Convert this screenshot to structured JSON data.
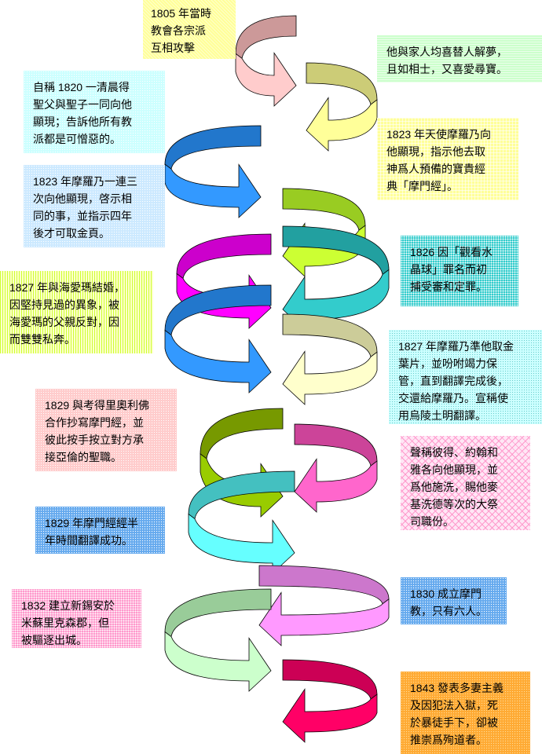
{
  "boxes": [
    {
      "lines": [
        "1805 年當時",
        "教會各宗派",
        "互相攻擊"
      ]
    },
    {
      "lines": [
        "他與家人均喜替人解夢，",
        "且如相士，又喜愛尋寶。"
      ]
    },
    {
      "lines": [
        "自稱 1820 一清晨得",
        "聖父與聖子一同向他",
        "顯現；告訴他所有教",
        "派都是可憎惡的。"
      ]
    },
    {
      "lines": [
        "1823 年天使摩羅乃向",
        "他顯現，指示他去取",
        "神爲人預備的寶貴經",
        "典「摩門經」。"
      ]
    },
    {
      "lines": [
        "1823 年摩羅乃一連三",
        "次向他顯現，啓示相",
        "同的事，並指示四年",
        "後才可取金頁。"
      ]
    },
    {
      "lines": [
        "1826 因「觀看水",
        "晶球」罪名而初",
        "捕受審和定罪。"
      ]
    },
    {
      "lines": [
        "1827 年與海愛瑪結婚，",
        "因堅持見過的異象，被",
        "海愛瑪的父親反對，因",
        "而雙雙私奔。"
      ]
    },
    {
      "lines": [
        "1827 年摩羅乃準他取金",
        "葉片，並吩咐竭力保",
        "管，直到翻譯完成後，",
        "交還給摩羅乃。宣稱使",
        "用烏陵土明翻譯。"
      ]
    },
    {
      "lines": [
        "1829 與考得里奧利佛",
        "合作抄寫摩門經，並",
        "彼此按手按立對方承",
        "接亞倫的聖職。"
      ]
    },
    {
      "lines": [
        "聲稱彼得、約翰和",
        "雅各向他顯現，並",
        "爲他施洗，賜他麥",
        "基洗德等次的大祭",
        "司職份。"
      ]
    },
    {
      "lines": [
        "1829 年摩門經經半",
        "年時間翻譯成功。"
      ]
    },
    {
      "lines": [
        "1830 成立摩門",
        "教，只有六人。"
      ]
    },
    {
      "lines": [
        "1832 建立新錫安於",
        "米蘇里克森郡，但",
        "被驅逐出城。"
      ]
    },
    {
      "lines": [
        "1843 發表多妻主義",
        "及因犯法入獄，死",
        "於暴徒手下，卻被",
        "推崇爲殉道者。"
      ]
    }
  ],
  "arrows": [
    {
      "dark": "#cc9999",
      "light": "#ffcccc"
    },
    {
      "dark": "#cccc77",
      "light": "#ffff99"
    },
    {
      "dark": "#2277cc",
      "light": "#3399ff"
    },
    {
      "dark": "#99cc22",
      "light": "#ccff33"
    },
    {
      "dark": "#cc00cc",
      "light": "#ff00ff"
    },
    {
      "dark": "#22a0a0",
      "light": "#33cccc"
    },
    {
      "dark": "#2277cc",
      "light": "#3399ff"
    },
    {
      "dark": "#cccc99",
      "light": "#ffffcc"
    },
    {
      "dark": "#779900",
      "light": "#99cc00"
    },
    {
      "dark": "#cc4499",
      "light": "#ff66cc"
    },
    {
      "dark": "#44c0c0",
      "light": "#66ffff"
    },
    {
      "dark": "#cc77cc",
      "light": "#ff99ff"
    },
    {
      "dark": "#99cc99",
      "light": "#ccffcc"
    },
    {
      "dark": "#cc0055",
      "light": "#ff0066"
    }
  ]
}
